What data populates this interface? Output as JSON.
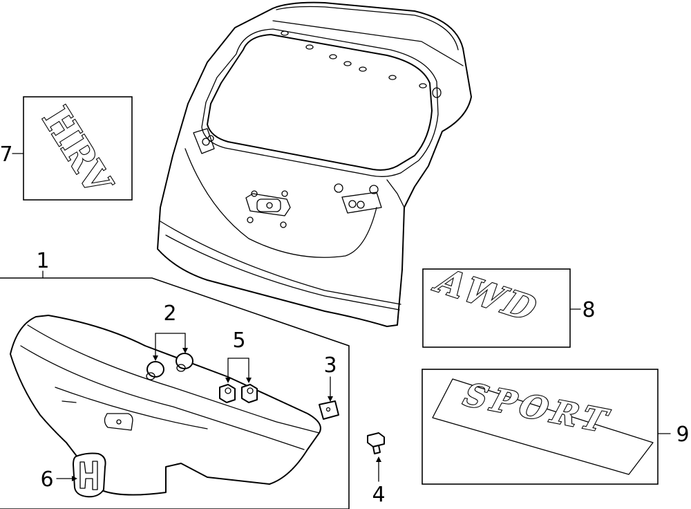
{
  "callouts": [
    {
      "id": "1",
      "label": "1"
    },
    {
      "id": "2",
      "label": "2"
    },
    {
      "id": "3",
      "label": "3"
    },
    {
      "id": "4",
      "label": "4"
    },
    {
      "id": "5",
      "label": "5"
    },
    {
      "id": "6",
      "label": "6"
    },
    {
      "id": "7",
      "label": "7"
    },
    {
      "id": "8",
      "label": "8"
    },
    {
      "id": "9",
      "label": "9"
    }
  ],
  "emblems": {
    "hrv": "HRV",
    "awd": "AWD",
    "sport": "SPORT"
  }
}
